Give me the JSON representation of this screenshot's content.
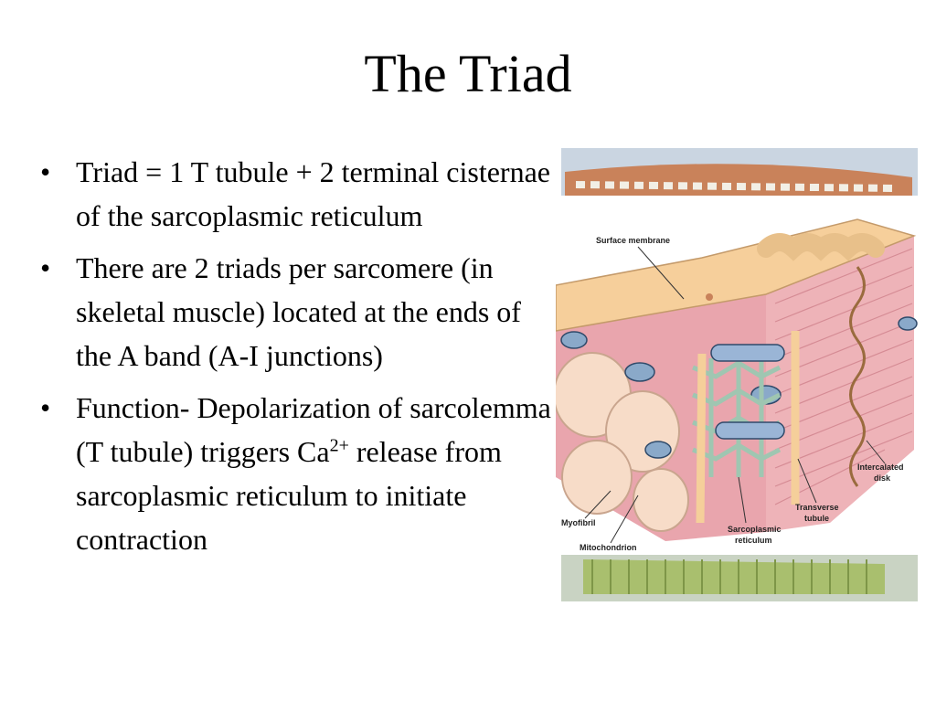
{
  "slide": {
    "title": "The Triad"
  },
  "bullets": [
    {
      "text": "Triad = 1 T tubule + 2 terminal cisternae of the sarcoplasmic reticulum"
    },
    {
      "text": "There are 2 triads per sarcomere (in skeletal muscle) located at the ends of the A band (A-I junctions)"
    },
    {
      "pre": "Function- Depolarization of sarcolemma (T tubule) triggers Ca",
      "sup": "2+",
      "post": " release from sarcoplasmic reticulum to initiate contraction"
    }
  ],
  "figure": {
    "labels": {
      "surface_membrane": "Surface membrane",
      "intercalated": "Intercalated",
      "disk": "disk",
      "transverse": "Transverse",
      "tubule": "tubule",
      "sarcoplasmic": "Sarcoplasmic",
      "reticulum": "reticulum",
      "myofibril": "Myofibril",
      "mitochondrion": "Mitochondrion"
    },
    "colors": {
      "membrane": "#f5cf9a",
      "muscle_pink": "#eaa9b0",
      "reticulum": "#a9c9b8",
      "mitochondrion": "#8aa9c9",
      "background_top": "#c8d4e0",
      "background_bottom": "#c5d0c0"
    }
  }
}
